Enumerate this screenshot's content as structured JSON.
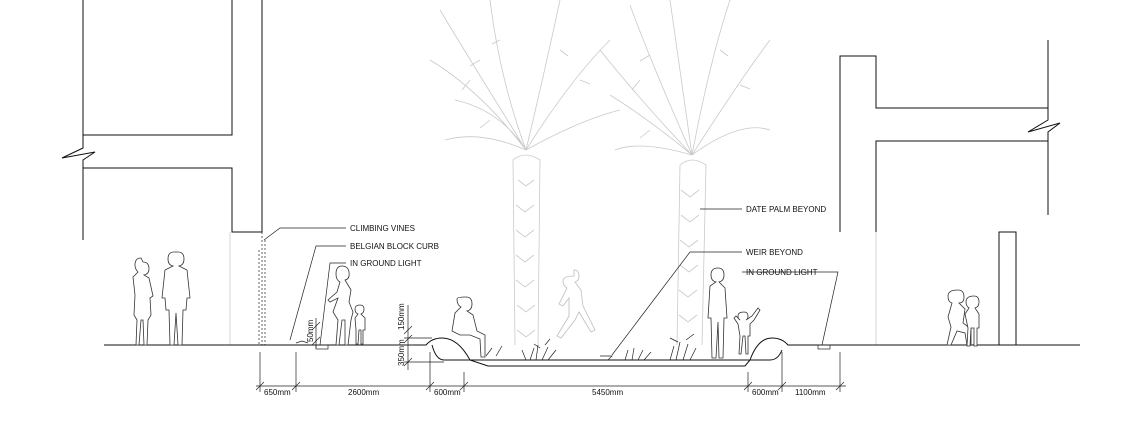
{
  "annotations": {
    "climbing_vines": "CLIMBING VINES",
    "belgian_block_curb": "BELGIAN BLOCK CURB",
    "in_ground_light_left": "IN GROUND LIGHT",
    "date_palm_beyond": "DATE PALM BEYOND",
    "weir_beyond": "WEIR BEYOND",
    "in_ground_light_right": "IN GROUND LIGHT"
  },
  "dimensions": {
    "d650": "650mm",
    "d2600": "2600mm",
    "d600_left": "600mm",
    "d5450": "5450mm",
    "d600_right": "600mm",
    "d1100": "1100mm",
    "d50": "50mm",
    "d150": "150mm",
    "d350": "350mm"
  }
}
